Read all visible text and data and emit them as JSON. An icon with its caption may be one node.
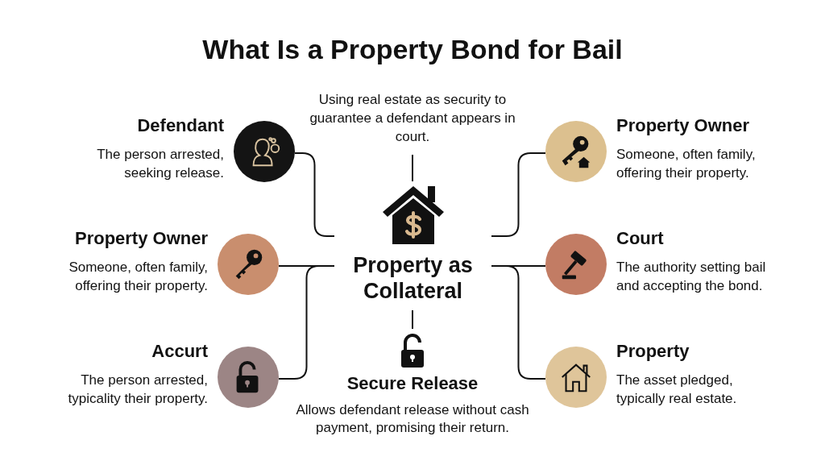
{
  "diagram": {
    "title": "What Is a Property Bond for Bail",
    "nodes": [
      {
        "text": [
          "Property as Collateral"
        ]
      },
      {
        "text": [
          "Using real estate as security to guarantee a defendant appears in court."
        ]
      },
      {
        "text": [
          "Secure Release",
          "Allows defendant release without cash payment, promising their return."
        ]
      },
      {
        "text": [
          "Defendant",
          "The person arrested, seeking release."
        ]
      },
      {
        "text": [
          "Property Owner",
          "Someone, often family, offering their property."
        ]
      },
      {
        "text": [
          "Accurt",
          "The person arrested, typicality their property."
        ]
      },
      {
        "text": [
          "Property Owner",
          "Someone, often family, offering their property."
        ]
      },
      {
        "text": [
          "Court",
          "The authority setting bail and accepting the bond."
        ]
      },
      {
        "text": [
          "Property",
          "The asset pledged, typically real estate."
        ]
      }
    ],
    "edges": [
      {
        "from": 1,
        "to": 0,
        "arrow": "none"
      },
      {
        "from": 0,
        "to": 2,
        "arrow": "none"
      },
      {
        "from": 3,
        "to": 0,
        "arrow": "none"
      },
      {
        "from": 4,
        "to": 0,
        "arrow": "none"
      },
      {
        "from": 5,
        "to": 0,
        "arrow": "none"
      },
      {
        "from": 0,
        "to": 6,
        "arrow": "none"
      },
      {
        "from": 0,
        "to": 7,
        "arrow": "none"
      },
      {
        "from": 0,
        "to": 8,
        "arrow": "none"
      }
    ]
  }
}
